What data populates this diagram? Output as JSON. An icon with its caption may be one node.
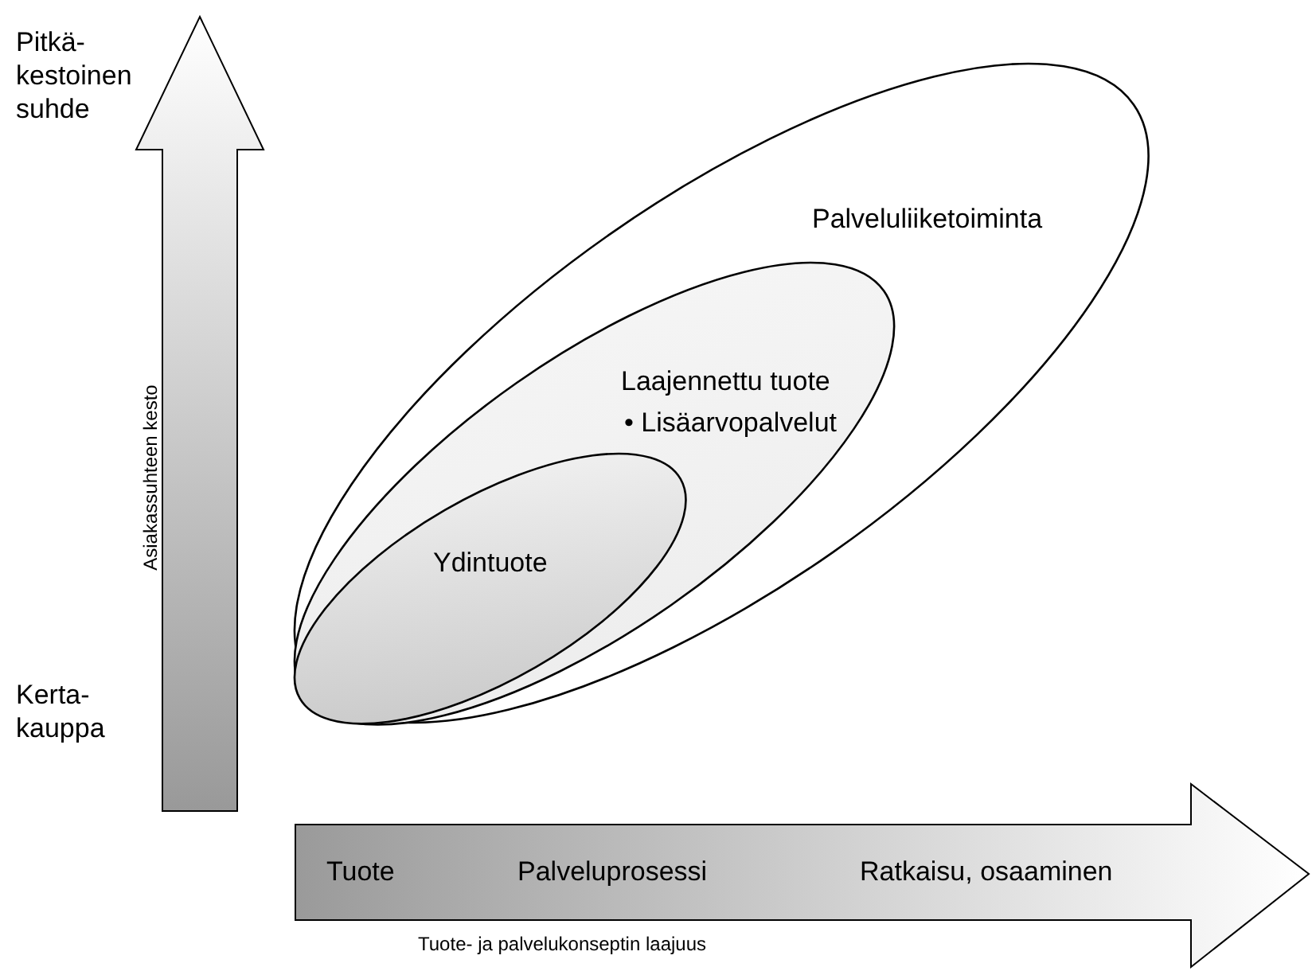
{
  "diagram": {
    "nodes": [
      {
        "text": [
          "Palveluliiketoiminta"
        ]
      },
      {
        "text": [
          "Laajennettu tuote",
          "• Lisäarvopalvelut"
        ],
        "in": 0
      },
      {
        "text": [
          "Ydintuote"
        ],
        "in": 1
      },
      {
        "text": [
          "Asiakassuhteen kesto"
        ]
      },
      {
        "text": [
          "Tuote",
          "Palveluprosessi",
          "Ratkaisu, osaaminen"
        ],
        "beside": [
          "Tuote- ja palvelukonseptin laajuus"
        ]
      }
    ],
    "edges": [],
    "labels": [
      "Pitkä- kestoinen suhde",
      "Kerta- kauppa"
    ]
  }
}
